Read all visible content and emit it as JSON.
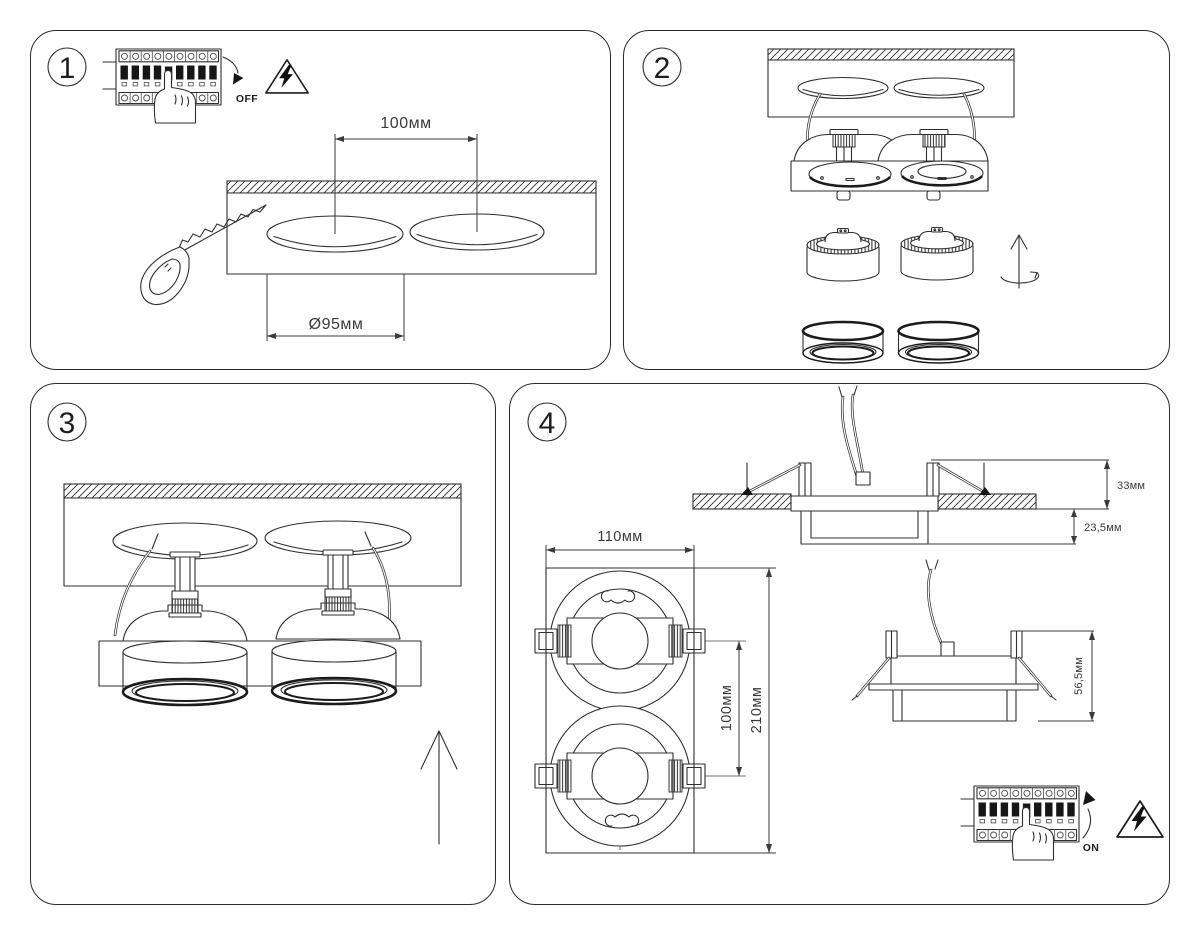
{
  "document": {
    "type": "luminaire-installation-instructions",
    "background_color": "#ffffff",
    "line_color": "#2f2f2f"
  },
  "panels": {
    "step1": {
      "number": "1",
      "breaker_switch_label": "OFF",
      "dim_hole_spacing": "100мм",
      "dim_hole_diameter": "Ø95мм",
      "icons": [
        "circuit-breaker",
        "pointing-hand",
        "high-voltage-warning",
        "hand-saw"
      ]
    },
    "step2": {
      "number": "2",
      "icons": [
        "spring-clip",
        "gx53-lamp",
        "rotation-arrow",
        "cover-ring"
      ]
    },
    "step3": {
      "number": "3",
      "icons": [
        "spring-clip",
        "up-arrow"
      ]
    },
    "step4": {
      "number": "4",
      "breaker_switch_label": "ON",
      "dim_frame_width": "110мм",
      "dim_center_spacing": "100мм",
      "dim_frame_length": "210мм",
      "dim_above_ceiling": "33мм",
      "dim_below_ceiling": "23,5мм",
      "dim_total_height": "56,5мм",
      "icons": [
        "circuit-breaker",
        "pointing-hand",
        "high-voltage-warning"
      ]
    }
  }
}
